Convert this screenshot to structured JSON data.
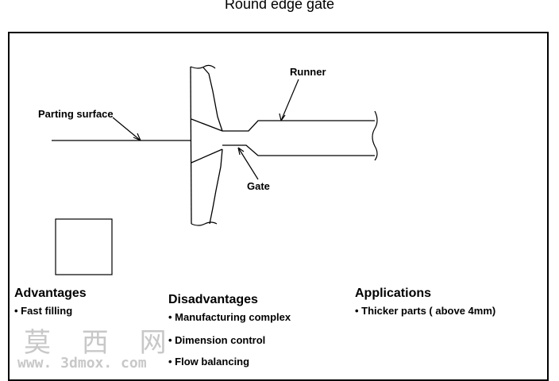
{
  "title": "Round edge gate",
  "labels": {
    "runner": "Runner",
    "parting_surface": "Parting surface",
    "gate": "Gate"
  },
  "advantages": {
    "heading": "Advantages",
    "items": [
      "Fast filling"
    ]
  },
  "disadvantages": {
    "heading": "Disadvantages",
    "items": [
      "Manufacturing complex",
      "Dimension control",
      "Flow balancing"
    ]
  },
  "applications": {
    "heading": "Applications",
    "items": [
      "Thicker parts ( above 4mm)"
    ]
  },
  "watermark": {
    "chinese": "莫 西 网",
    "url": "www. 3dmox. com"
  }
}
